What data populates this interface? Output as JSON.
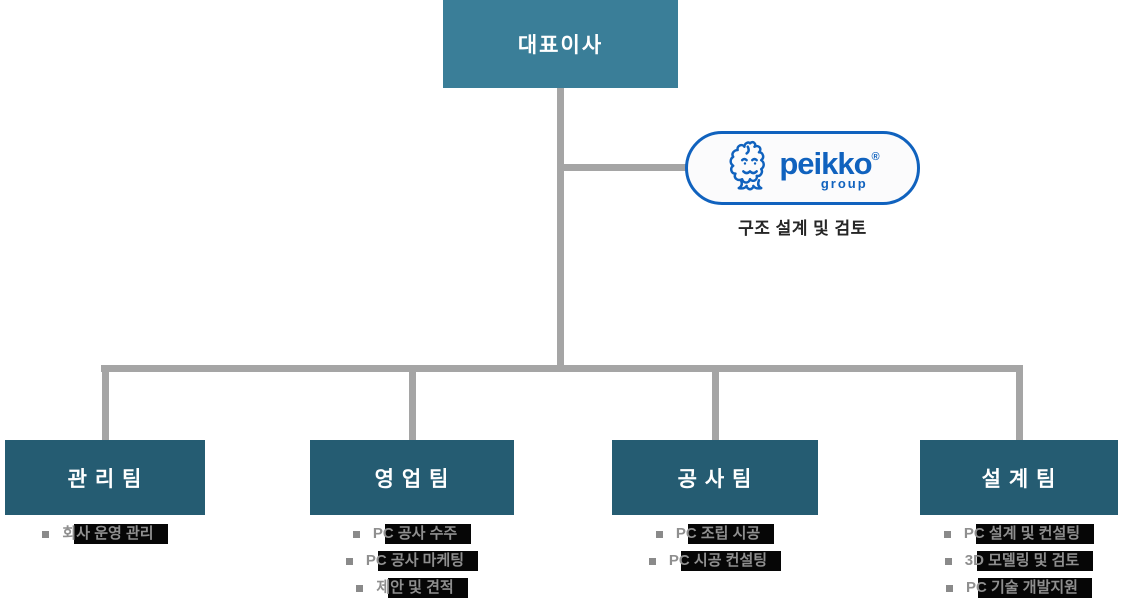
{
  "org_chart": {
    "root": {
      "label": "대표이사"
    },
    "partner": {
      "logo_name": "peikko",
      "logo_registered_mark": "®",
      "logo_subtext": "group",
      "caption": "구조 설계 및 검토"
    },
    "teams": [
      {
        "label": "관 리 팀",
        "duties": [
          "회사 운영 관리"
        ]
      },
      {
        "label": "영 업 팀",
        "duties": [
          "PC 공사 수주",
          "PC 공사 마케팅",
          "제안 및 견적"
        ]
      },
      {
        "label": "공 사 팀",
        "duties": [
          "PC 조립 시공",
          "PC 시공 컨설팅"
        ]
      },
      {
        "label": "설 계 팀",
        "duties": [
          "PC 설계 및 컨설팅",
          "3D 모델링 및 검토",
          "PC 기술 개발지원"
        ]
      }
    ],
    "colors": {
      "root_box": "#3a7e98",
      "team_box": "#255c72",
      "connector_line": "#a5a5a5",
      "logo_blue": "#1062be",
      "caption_text": "#262626",
      "duty_text": "#8f8f8f",
      "duty_highlight": "#060606"
    }
  }
}
